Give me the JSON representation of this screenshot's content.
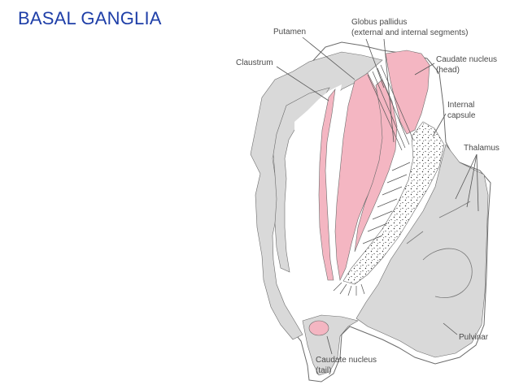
{
  "title": "BASAL GANGLIA",
  "labels": {
    "putamen": "Putamen",
    "globus_pallidus_line1": "Globus pallidus",
    "globus_pallidus_line2": "(external and internal segments)",
    "claustrum": "Claustrum",
    "caudate_head_line1": "Caudate nucleus",
    "caudate_head_line2": "(head)",
    "internal_capsule_line1": "Internal",
    "internal_capsule_line2": "capsule",
    "thalamus": "Thalamus",
    "pulvinar": "Pulvinar",
    "caudate_tail_line1": "Caudate nucleus",
    "caudate_tail_line2": "(tail)"
  },
  "colors": {
    "title": "#1f3fa8",
    "nucleus_pink": "#f4b6c2",
    "gray_matter": "#d9d9d9",
    "outline": "#6b6b6b",
    "background": "#ffffff",
    "leader_line": "#555555",
    "stipple": "#333333"
  }
}
